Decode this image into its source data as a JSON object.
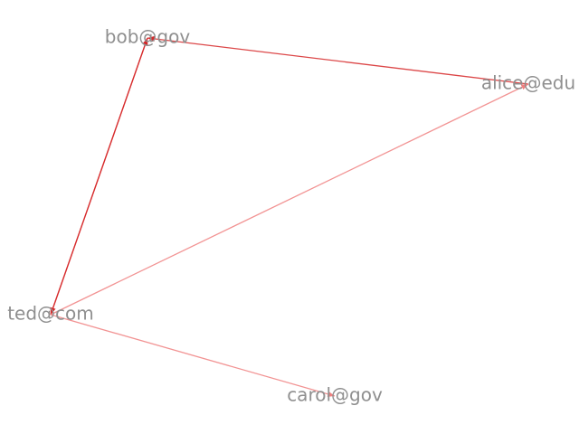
{
  "graph": {
    "nodes": [
      {
        "id": "bob",
        "label": "bob@gov"
      },
      {
        "id": "alice",
        "label": "alice@edu"
      },
      {
        "id": "ted",
        "label": "ted@com"
      },
      {
        "id": "carol",
        "label": "carol@gov"
      }
    ],
    "edges": [
      {
        "from": "alice",
        "to": "bob",
        "color": "#d62728",
        "opacity": 0.85
      },
      {
        "from": "ted",
        "to": "bob",
        "color": "#d62728",
        "opacity": 0.85
      },
      {
        "from": "bob",
        "to": "ted",
        "color": "#d62728",
        "opacity": 0.85
      },
      {
        "from": "ted",
        "to": "alice",
        "color": "#f08080",
        "opacity": 0.85
      },
      {
        "from": "ted",
        "to": "carol",
        "color": "#f08080",
        "opacity": 0.85
      }
    ]
  }
}
